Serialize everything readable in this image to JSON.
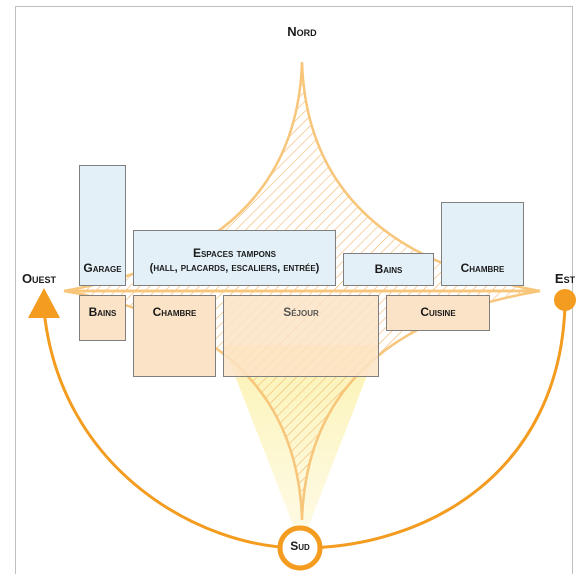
{
  "directions": {
    "north": "Nord",
    "south": "Sud",
    "east": "Est",
    "west": "Ouest"
  },
  "rooms_north": {
    "garage": "Garage",
    "espaces_title": "Espaces tampons",
    "espaces_detail": "(hall, placards, escaliers, entrée)",
    "bains": "Bains",
    "chambre": "Chambre"
  },
  "rooms_south": {
    "bains": "Bains",
    "chambre": "Chambre",
    "sejour": "Séjour",
    "cuisine": "Cuisine"
  },
  "colors": {
    "orange": "#f39c1f",
    "orange_light": "#f7c67a",
    "cold_fill": "#e3f0f8",
    "warm_fill": "#fbe3c7",
    "sun_beam": "#fbf1a8"
  }
}
